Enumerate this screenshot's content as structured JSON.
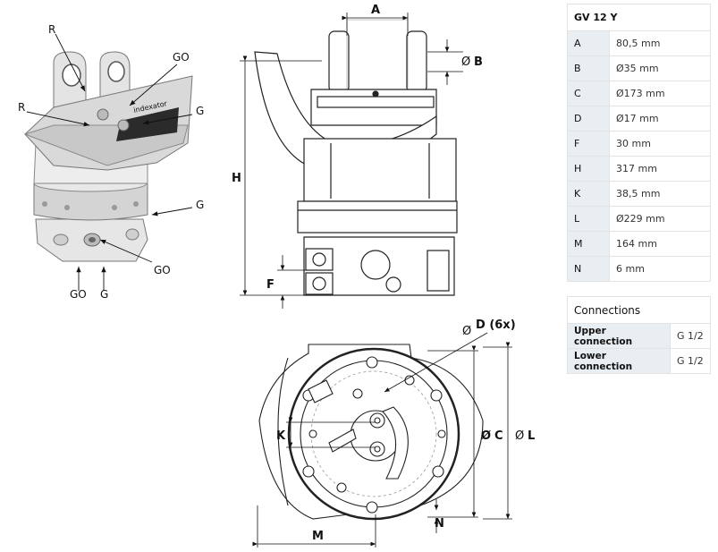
{
  "callouts": {
    "r_top": "R",
    "r_left": "R",
    "go_top": "GO",
    "g_right1": "G",
    "g_right2": "G",
    "go_mid": "GO",
    "go_bottom": "GO",
    "g_bottom": "G"
  },
  "brand_mark": "indexator",
  "dimensions": {
    "A": "A",
    "B": "B",
    "C": "C",
    "D": "D (6x)",
    "F": "F",
    "H": "H",
    "K": "K",
    "L": "L",
    "M": "M",
    "N": "N",
    "diameter_symbol": "Ø"
  },
  "spec_table": {
    "model": "GV 12 Y",
    "rows": [
      {
        "key": "A",
        "value": "80,5 mm"
      },
      {
        "key": "B",
        "value": "Ø35 mm"
      },
      {
        "key": "C",
        "value": "Ø173 mm"
      },
      {
        "key": "D",
        "value": "Ø17 mm"
      },
      {
        "key": "F",
        "value": "30 mm"
      },
      {
        "key": "H",
        "value": "317 mm"
      },
      {
        "key": "K",
        "value": "38,5 mm"
      },
      {
        "key": "L",
        "value": "Ø229 mm"
      },
      {
        "key": "M",
        "value": "164 mm"
      },
      {
        "key": "N",
        "value": "6 mm"
      }
    ]
  },
  "connections": {
    "title": "Connections",
    "rows": [
      {
        "label": "Upper connection",
        "value": "G 1/2"
      },
      {
        "label": "Lower connection",
        "value": "G 1/2"
      }
    ]
  }
}
